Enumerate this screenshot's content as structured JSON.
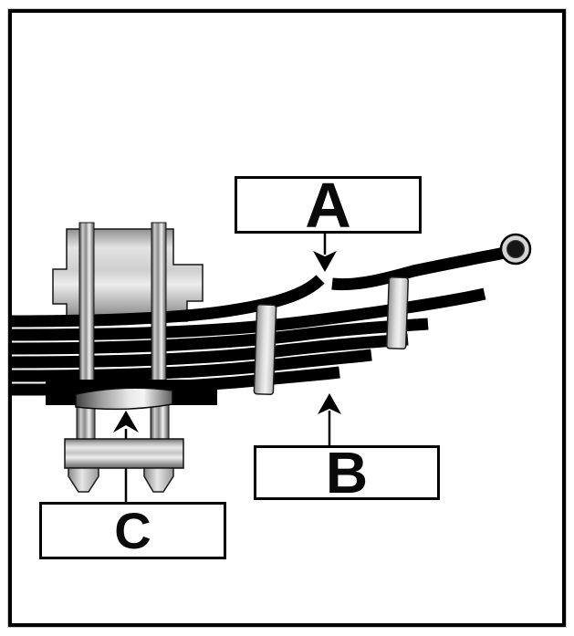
{
  "diagram": {
    "subject": "leaf-spring-assembly-diagram",
    "callouts": [
      {
        "label": "A"
      },
      {
        "label": "B"
      },
      {
        "label": "C"
      }
    ],
    "parts": [
      "spring-eye",
      "broken-main-leaf",
      "leaf-stack",
      "leaf-clip",
      "axle",
      "u-bolt",
      "spring-seat",
      "u-bolt-plate"
    ],
    "colors": {
      "ink": "#000000",
      "paper": "#ffffff",
      "metal_highlight": "#f2f2f2",
      "metal_shadow": "#4a4a4a"
    }
  }
}
